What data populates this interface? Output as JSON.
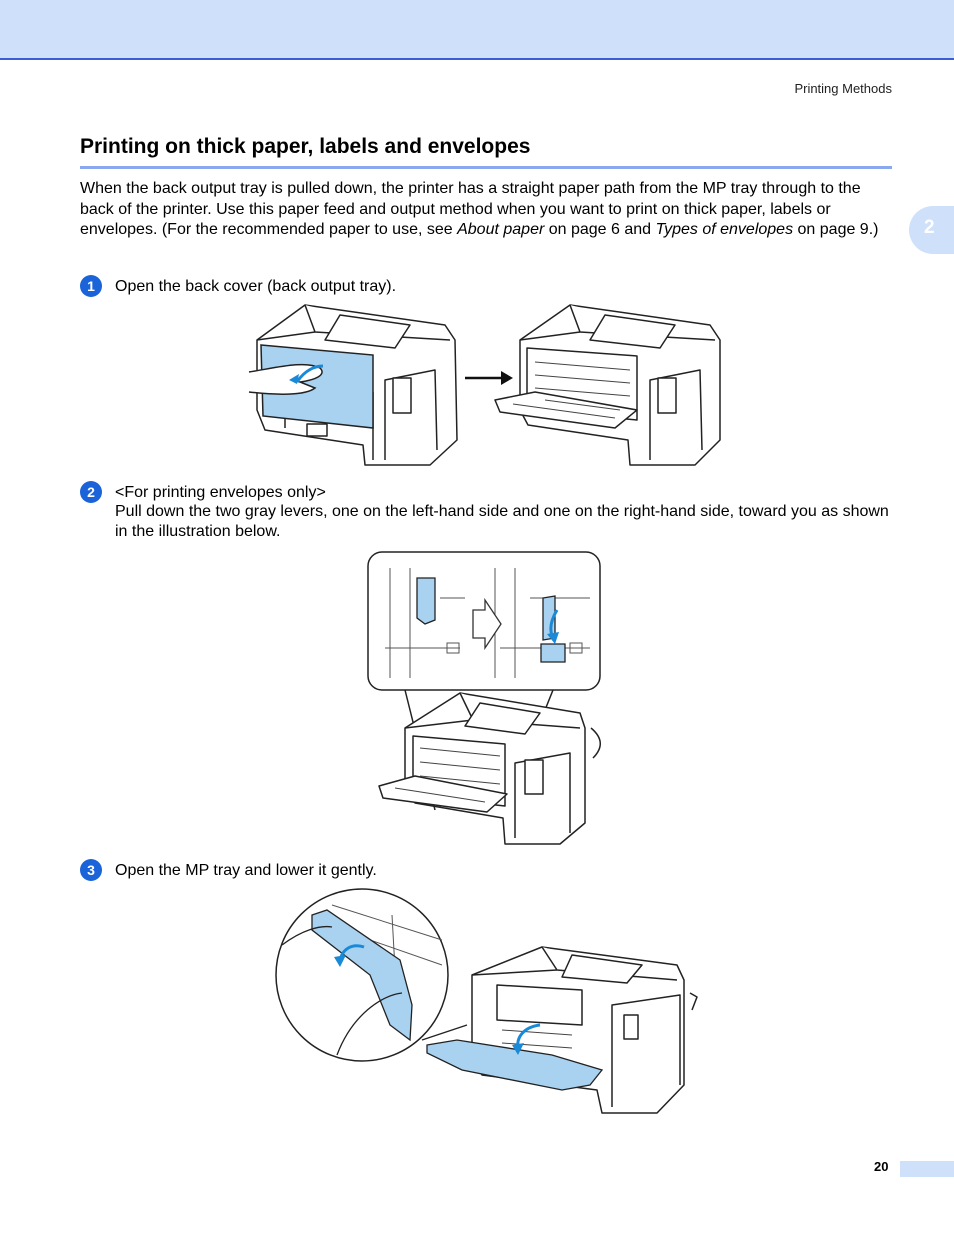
{
  "header": {
    "running_head": "Printing Methods",
    "chapter_tab": "2"
  },
  "section": {
    "title": "Printing on thick paper, labels and envelopes",
    "intro_parts": [
      "When the back output tray is pulled down, the printer has a straight paper path from the MP tray through to the back of the printer. Use this paper feed and output method when you want to print on thick paper, labels or envelopes. (For the recommended paper to use, see ",
      "About paper",
      " on page 6 and ",
      "Types of envelopes",
      " on page 9.)"
    ]
  },
  "steps": [
    {
      "number": "1",
      "text": "Open the back cover (back output tray)."
    },
    {
      "number": "2",
      "heading": "<For printing envelopes only>",
      "text": "Pull down the two gray levers, one on the left-hand side and one on the right-hand side, toward you as shown in the illustration below."
    },
    {
      "number": "3",
      "text": "Open the MP tray and lower it gently."
    }
  ],
  "footer": {
    "page_number": "20"
  },
  "colors": {
    "accent_blue": "#1a63d8",
    "band": "#cfe0fb",
    "rule": "#8aa8f0",
    "highlight": "#a9d2f0"
  }
}
